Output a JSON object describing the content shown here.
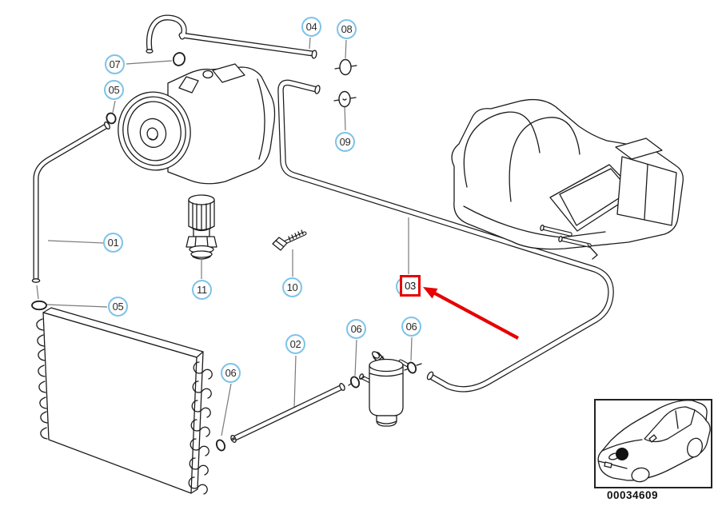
{
  "diagram": {
    "code": "00034609",
    "highlighted_callout": "03",
    "colors": {
      "callout_ring": "#7ec3e8",
      "highlight_red": "#e60000",
      "line_art": "#1c1c1c",
      "leader_line": "#7a7a7a"
    },
    "callouts": [
      {
        "label": "04"
      },
      {
        "label": "08"
      },
      {
        "label": "07"
      },
      {
        "label": "05"
      },
      {
        "label": "09"
      },
      {
        "label": "01"
      },
      {
        "label": "11"
      },
      {
        "label": "10"
      },
      {
        "label": "05"
      },
      {
        "label": "03"
      },
      {
        "label": "06"
      },
      {
        "label": "02"
      },
      {
        "label": "06"
      },
      {
        "label": "06"
      }
    ]
  }
}
